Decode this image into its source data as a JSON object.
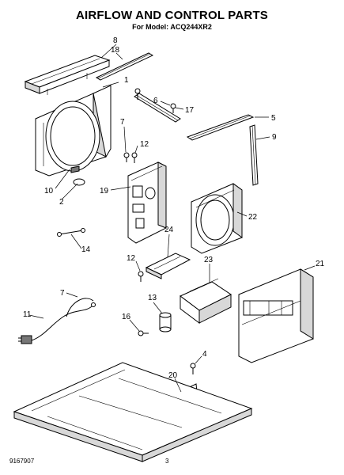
{
  "header": {
    "title": "AIRFLOW AND CONTROL PARTS",
    "subtitle": "For Model: ACQ244XR2"
  },
  "footer": {
    "doc_number": "9167907",
    "page_number": "3"
  },
  "callouts": {
    "c1": "1",
    "c2": "2",
    "c4": "4",
    "c5": "5",
    "c6": "6",
    "c7a": "7",
    "c7b": "7",
    "c8": "8",
    "c9": "9",
    "c10": "10",
    "c11": "11",
    "c12a": "12",
    "c12b": "12",
    "c13": "13",
    "c14": "14",
    "c16": "16",
    "c17": "17",
    "c18": "18",
    "c19": "19",
    "c20": "20",
    "c21": "21",
    "c22": "22",
    "c23": "23",
    "c24": "24"
  }
}
